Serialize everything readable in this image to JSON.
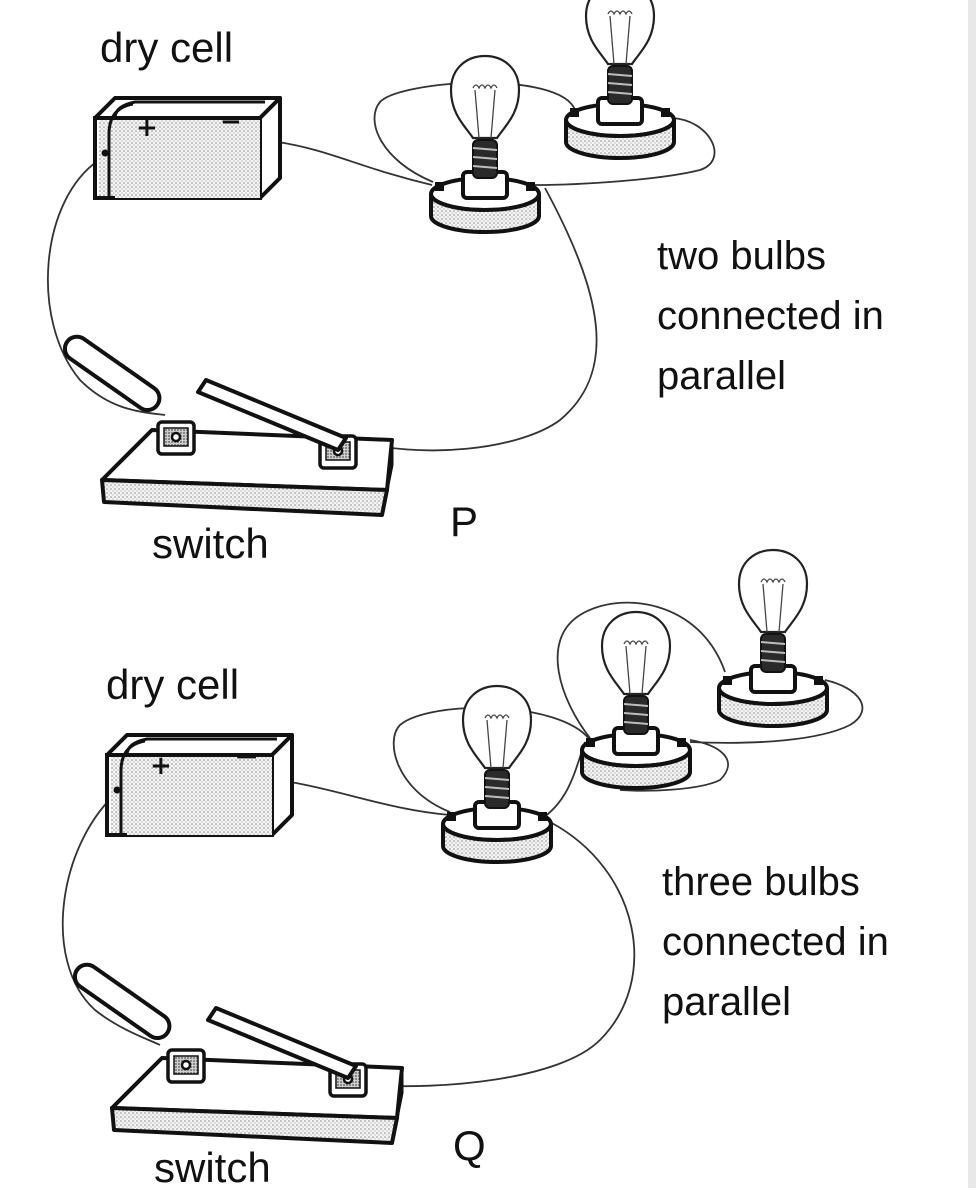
{
  "figures": [
    {
      "id": "P",
      "letter": "P",
      "cell_label": "dry cell",
      "switch_label": "switch",
      "description": [
        "two bulbs",
        "connected in",
        "parallel"
      ],
      "bulb_count": 2
    },
    {
      "id": "Q",
      "letter": "Q",
      "cell_label": "dry cell",
      "switch_label": "switch",
      "description": [
        "three bulbs",
        "connected in",
        "parallel"
      ],
      "bulb_count": 3
    }
  ],
  "battery": {
    "plus": "+",
    "minus": "−"
  }
}
